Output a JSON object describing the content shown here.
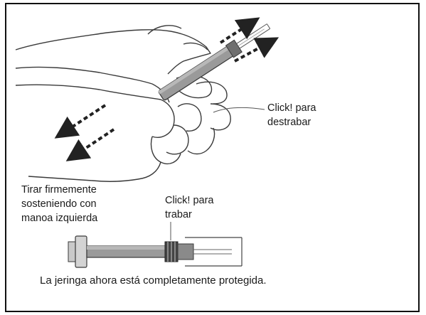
{
  "labels": {
    "unlock": [
      "Click! para",
      "destrabar"
    ],
    "pull": [
      "Tirar firmemente",
      "sosteniendo con",
      "manoa izquierda"
    ],
    "lock": [
      "Click! para",
      "trabar"
    ]
  },
  "caption": "La jeringa ahora está completamente protegida.",
  "colors": {
    "outline": "#3a3a3a",
    "syringe_body": "#9a9a9a",
    "syringe_shade": "#6f6f6f",
    "arrow": "#222222",
    "frame": "#111111"
  }
}
